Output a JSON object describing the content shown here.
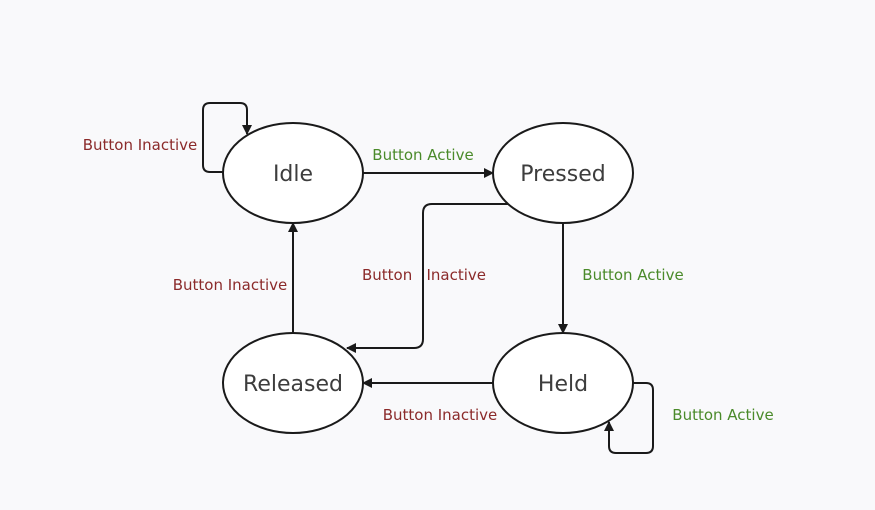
{
  "colors": {
    "background": "#f9f9fb",
    "stroke": "#1a1a1a",
    "active_label": "#4a8a2a",
    "inactive_label": "#8b2a2a",
    "state_text": "#3d3d3d"
  },
  "states": {
    "idle": "Idle",
    "pressed": "Pressed",
    "held": "Held",
    "released": "Released"
  },
  "transitions": {
    "idle_self": "Button Inactive",
    "idle_to_pressed": "Button Active",
    "pressed_to_released": "Button   Inactive",
    "pressed_to_held": "Button Active",
    "released_to_idle": "Button Inactive",
    "held_to_released": "Button Inactive",
    "held_self": "Button Active"
  }
}
